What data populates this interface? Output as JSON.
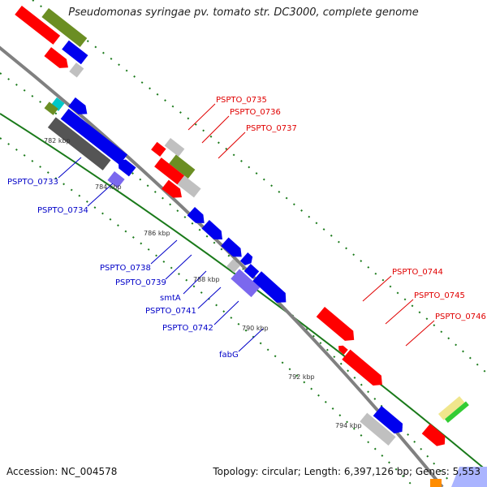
{
  "title": "Pseudomonas syringae pv. tomato str. DC3000, complete genome",
  "footer": {
    "accession": "Accession: NC_004578",
    "topology": "Topology: circular; Length: 6,397,126 bp; Genes: 5,553"
  },
  "colors": {
    "backbone": "#808080",
    "tick": "#1a7a1a",
    "forward_label": "#e00000",
    "reverse_label": "#0000c8",
    "red": "#ff0000",
    "blue": "#0000ee",
    "olive": "#6b8e23",
    "gray": "#c0c0c0",
    "dark_gray": "#555555",
    "purple": "#7b68ee",
    "cyan": "#00c8c8",
    "green": "#33cc33",
    "yellow": "#f0e68c",
    "orange": "#ff8c00",
    "light_blue": "#aab4ff"
  },
  "kbp_labels": [
    "782 kbp",
    "784 kbp",
    "786 kbp",
    "788 kbp",
    "790 kbp",
    "792 kbp",
    "794 kbp"
  ],
  "gene_labels": {
    "forward": [
      "PSPTO_0735",
      "PSPTO_0736",
      "PSPTO_0737",
      "PSPTO_0744",
      "PSPTO_0745",
      "PSPTO_0746"
    ],
    "reverse": [
      "PSPTO_0733",
      "PSPTO_0734",
      "PSPTO_0738",
      "PSPTO_0739",
      "smtA",
      "PSPTO_0741",
      "PSPTO_0742",
      "fabG"
    ]
  }
}
